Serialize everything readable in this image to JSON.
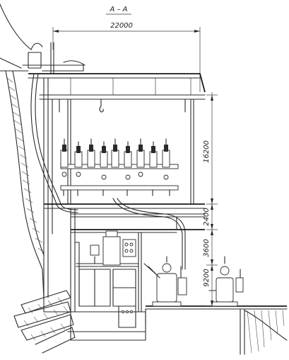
{
  "drawing": {
    "section_label": "A – A",
    "dimensions": {
      "top_width": "22000",
      "upper_height": "16200",
      "mid_height": "2400",
      "lower_height": "3600",
      "base_height": "9200"
    }
  }
}
